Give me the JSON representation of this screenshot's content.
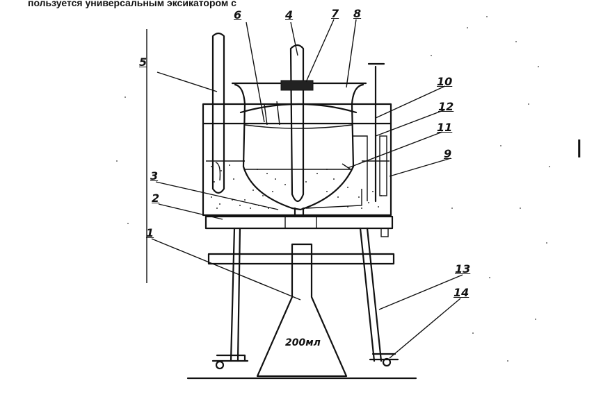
{
  "header_text": "пользуется универсальным эксикатором с",
  "labels": [
    {
      "id": "1",
      "text": "1"
    },
    {
      "id": "2",
      "text": "2"
    },
    {
      "id": "3",
      "text": "3"
    },
    {
      "id": "4",
      "text": "4"
    },
    {
      "id": "5",
      "text": "5"
    },
    {
      "id": "6",
      "text": "6"
    },
    {
      "id": "7",
      "text": "7"
    },
    {
      "id": "8",
      "text": "8"
    },
    {
      "id": "9",
      "text": "9"
    },
    {
      "id": "10",
      "text": "10"
    },
    {
      "id": "11",
      "text": "11"
    },
    {
      "id": "12",
      "text": "12"
    },
    {
      "id": "13",
      "text": "13"
    },
    {
      "id": "14",
      "text": "14"
    }
  ],
  "flask_volume": "200мл",
  "margin_mark": "l"
}
